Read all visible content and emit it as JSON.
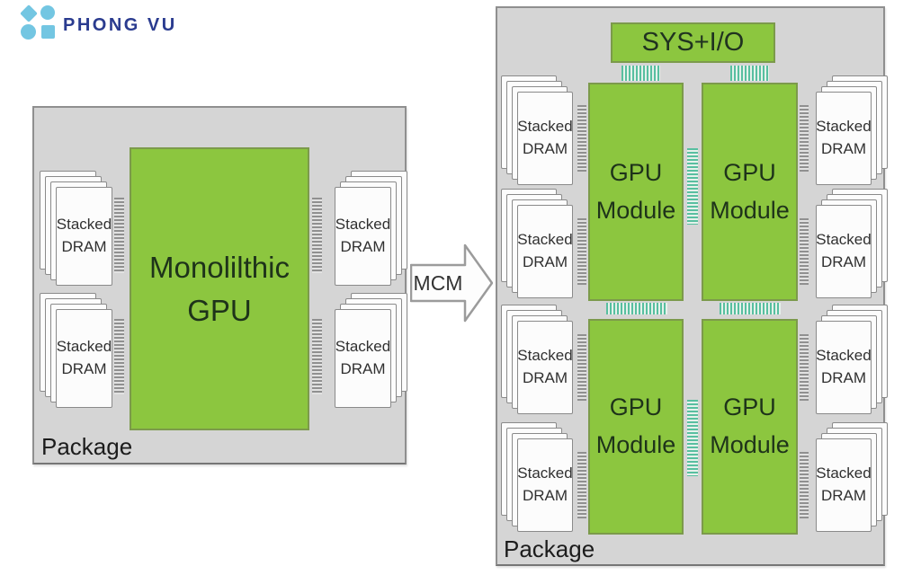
{
  "colors": {
    "green_fill": "#8CC63F",
    "green_border": "#7C9A4B",
    "teal": "#58BFA0",
    "package_fill": "#D5D5D5",
    "package_border": "#8F8F8F",
    "gray_rib": "#909090",
    "card_fill": "#FCFCFC",
    "card_border": "#8A8A8A",
    "logo_text": "#2A3B8F",
    "logo_icon": "#73C6E2",
    "text_dark": "#252525"
  },
  "logo": {
    "brand": "PHONG VU"
  },
  "left_diagram": {
    "package_label": "Package",
    "gpu_label": "Monolilthic\nGPU",
    "dram_label": "Stacked\nDRAM"
  },
  "arrow": {
    "label": "MCM"
  },
  "right_diagram": {
    "package_label": "Package",
    "sys_io_label": "SYS+I/O",
    "module_label": "GPU\nModule",
    "dram_label": "Stacked\nDRAM"
  }
}
